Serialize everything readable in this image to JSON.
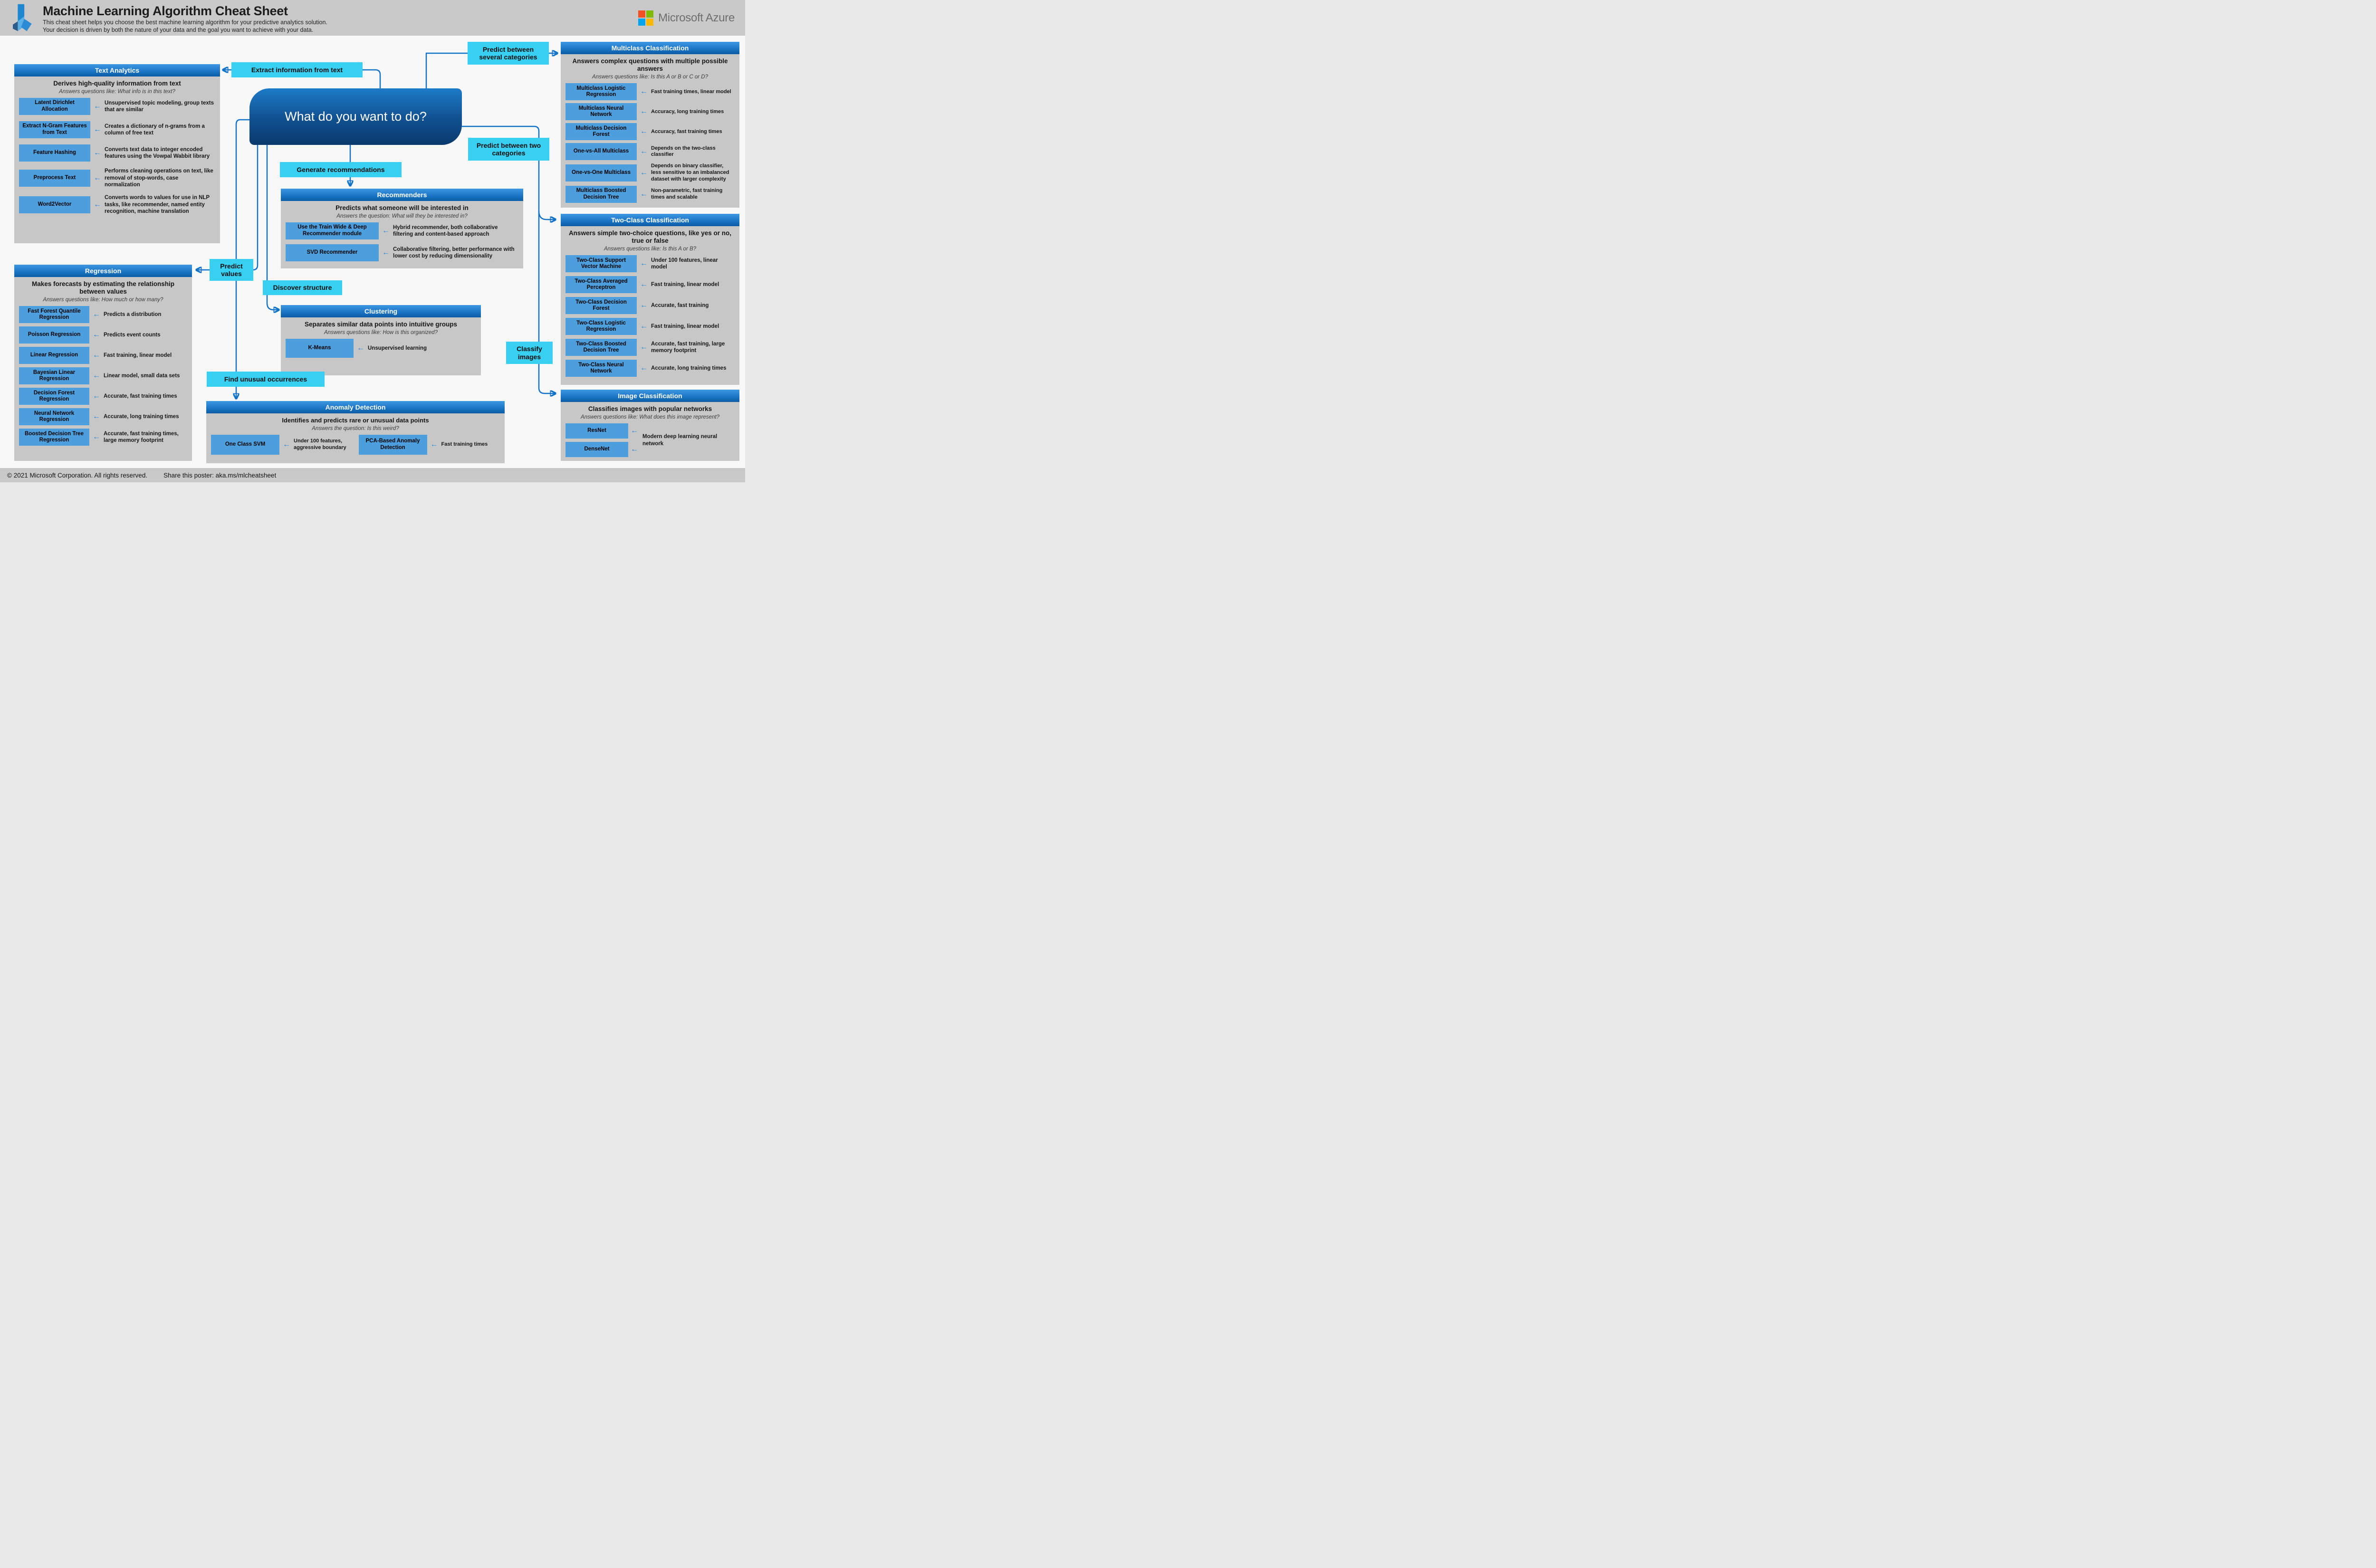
{
  "header": {
    "title": "Machine Learning Algorithm Cheat Sheet",
    "subtitle_line1": "This cheat sheet helps you choose the best machine learning algorithm for your predictive analytics solution.",
    "subtitle_line2": "Your decision is driven by both the nature of your data and the goal you want to achieve with your data.",
    "brand": "Microsoft Azure"
  },
  "central_node": {
    "question": "What do you want to do?"
  },
  "action_labels": {
    "extract_information": "Extract information from text",
    "several_categories": "Predict between several categories",
    "two_categories": "Predict between two categories",
    "generate_recommendations": "Generate recommendations",
    "predict_values": "Predict values",
    "discover_structure": "Discover structure",
    "find_unusual": "Find unusual occurrences",
    "classify_images": "Classify images"
  },
  "sections": [
    {
      "title": "Text Analytics",
      "desc": "Derives high-quality information from text",
      "question": "Answers questions like: What info is in this text?",
      "items": [
        {
          "name": "Latent Dirichlet Allocation",
          "desc": "Unsupervised topic modeling, group texts that are similar"
        },
        {
          "name": "Extract N-Gram Features from Text",
          "desc": "Creates a dictionary of n-grams from a column of free text"
        },
        {
          "name": "Feature Hashing",
          "desc": "Converts text data to integer encoded features using the Vowpal Wabbit library"
        },
        {
          "name": "Preprocess Text",
          "desc": "Performs cleaning operations on text, like removal of stop-words, case normalization"
        },
        {
          "name": "Word2Vector",
          "desc": "Converts words to values for use in NLP tasks, like recommender, named entity recognition, machine translation"
        }
      ]
    },
    {
      "title": "Regression",
      "desc": "Makes forecasts by estimating the relationship between values",
      "question": "Answers questions like: How much or how many?",
      "items": [
        {
          "name": "Fast Forest Quantile Regression",
          "desc": "Predicts a distribution"
        },
        {
          "name": "Poisson Regression",
          "desc": "Predicts event counts"
        },
        {
          "name": "Linear Regression",
          "desc": "Fast training, linear model"
        },
        {
          "name": "Bayesian Linear Regression",
          "desc": "Linear model, small data sets"
        },
        {
          "name": "Decision Forest Regression",
          "desc": "Accurate, fast training times"
        },
        {
          "name": "Neural Network Regression",
          "desc": "Accurate, long training times"
        },
        {
          "name": "Boosted Decision Tree Regression",
          "desc": "Accurate, fast training times, large memory footprint"
        }
      ]
    },
    {
      "title": "Recommenders",
      "desc": "Predicts what someone will be interested in",
      "question": "Answers the question: What will they be interested in?",
      "items": [
        {
          "name": "Use the Train Wide & Deep Recommender module",
          "desc": "Hybrid recommender, both collaborative filtering and content-based approach"
        },
        {
          "name": "SVD Recommender",
          "desc": "Collaborative filtering, better performance with lower cost by reducing dimensionality"
        }
      ]
    },
    {
      "title": "Clustering",
      "desc": "Separates similar data points into intuitive groups",
      "question": "Answers questions like: How is this organized?",
      "items": [
        {
          "name": "K-Means",
          "desc": "Unsupervised learning"
        }
      ]
    },
    {
      "title": "Anomaly Detection",
      "desc": "Identifies and predicts rare or unusual data points",
      "question": "Answers the question: Is this weird?",
      "items": [
        {
          "name": "One Class SVM",
          "desc": "Under 100 features, aggressive boundary"
        },
        {
          "name": "PCA-Based Anomaly Detection",
          "desc": "Fast training times"
        }
      ]
    },
    {
      "title": "Multiclass Classification",
      "desc": "Answers complex questions with multiple possible answers",
      "question": "Answers questions like: Is this A or B or C or D?",
      "items": [
        {
          "name": "Multiclass Logistic Regression",
          "desc": "Fast training times, linear model"
        },
        {
          "name": "Multiclass Neural Network",
          "desc": "Accuracy, long training times"
        },
        {
          "name": "Multiclass Decision Forest",
          "desc": "Accuracy, fast training times"
        },
        {
          "name": "One-vs-All Multiclass",
          "desc": "Depends on the two-class classifier"
        },
        {
          "name": "One-vs-One Multiclass",
          "desc": "Depends on binary classifier, less sensitive to an imbalanced dataset with larger complexity"
        },
        {
          "name": "Multiclass Boosted Decision Tree",
          "desc": "Non-parametric, fast training times and scalable"
        }
      ]
    },
    {
      "title": "Two-Class Classification",
      "desc": "Answers simple two-choice questions, like yes or no, true or false",
      "question": "Answers questions like: Is this A or B?",
      "items": [
        {
          "name": "Two-Class Support Vector Machine",
          "desc": "Under 100 features, linear model"
        },
        {
          "name": "Two-Class Averaged Perceptron",
          "desc": "Fast training, linear model"
        },
        {
          "name": "Two-Class Decision Forest",
          "desc": "Accurate, fast training"
        },
        {
          "name": "Two-Class Logistic Regression",
          "desc": "Fast training, linear model"
        },
        {
          "name": "Two-Class Boosted Decision Tree",
          "desc": "Accurate, fast training, large memory footprint"
        },
        {
          "name": "Two-Class Neural Network",
          "desc": "Accurate, long training times"
        }
      ]
    },
    {
      "title": "Image Classification",
      "desc": "Classifies images with popular networks",
      "question": "Answers questions like: What does this image represent?",
      "items": [
        {
          "name": "ResNet"
        },
        {
          "name": "DenseNet"
        }
      ],
      "shared_desc": "Modern deep learning neural network"
    }
  ],
  "footer": {
    "copyright": "© 2021 Microsoft Corporation. All rights reserved.",
    "share": "Share this poster: aka.ms/mlcheatsheet"
  },
  "icons": {
    "left_arrow": "←"
  },
  "colors": {
    "accent_wire_blue": "#1173c8",
    "section_header_top": "#3e97e2",
    "section_header_bottom": "#0a5ba5",
    "section_body_gray": "#c7c7c7",
    "algorithm_box_blue": "#4d9edd",
    "action_label_cyan": "#38d0f2",
    "node_gradient_top": "#1d7bc9",
    "node_gradient_bottom": "#0a3a6e",
    "ms_square_red": "#f25022",
    "ms_square_green": "#7fba00",
    "ms_square_blue": "#00a4ef",
    "ms_square_yellow": "#ffb900"
  }
}
